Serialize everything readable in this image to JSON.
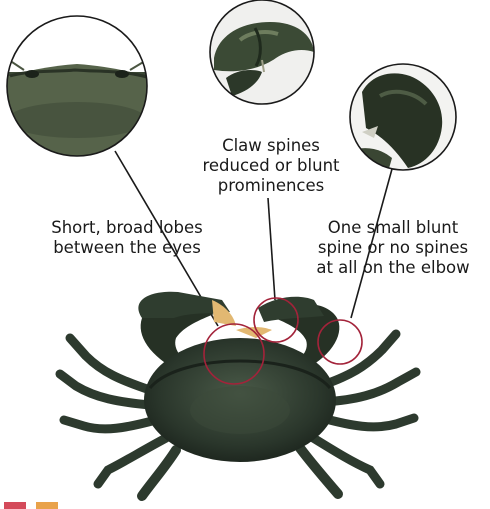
{
  "labels": {
    "claw": [
      "Claw spines",
      "reduced or blunt",
      "prominences"
    ],
    "lobes": [
      "Short, broad lobes",
      "between the eyes"
    ],
    "elbow": [
      "One small blunt",
      "spine or no spines",
      "at all on the elbow"
    ]
  },
  "colors": {
    "callout_line": "#1a1a1a",
    "highlight_circle": "#a3233a",
    "crab_dark": "#1f2a22",
    "crab_mid": "#3a4a3c",
    "claw_tip": "#e8c27a",
    "inset_bg": "#4a5a4a",
    "chip_red": "#d44a5a",
    "chip_orange": "#e9a24a"
  },
  "icons": [
    "crab-illustration",
    "eye-lobes-inset",
    "claw-inset",
    "elbow-inset"
  ]
}
